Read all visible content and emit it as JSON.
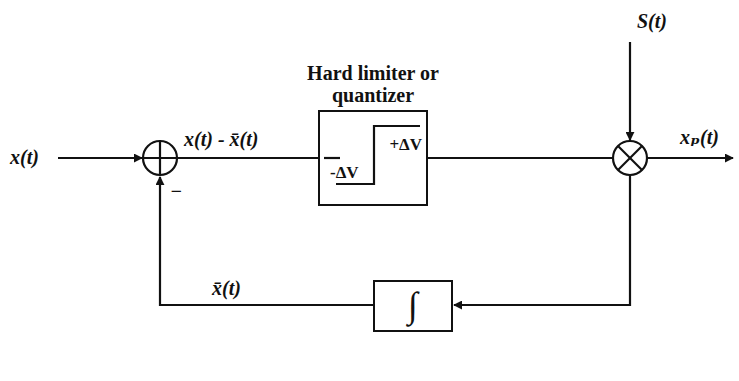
{
  "diagram": {
    "nodes": [
      {
        "text": [
          "Hard limiter or quantizer",
          "+ΔV",
          "-ΔV"
        ]
      },
      {
        "text": [
          "∫"
        ]
      }
    ],
    "labels": [
      "x(t)",
      "−",
      "x(t) - x̄(t)",
      "S(t)",
      "xₚ(t)",
      "x̄(t)"
    ]
  }
}
